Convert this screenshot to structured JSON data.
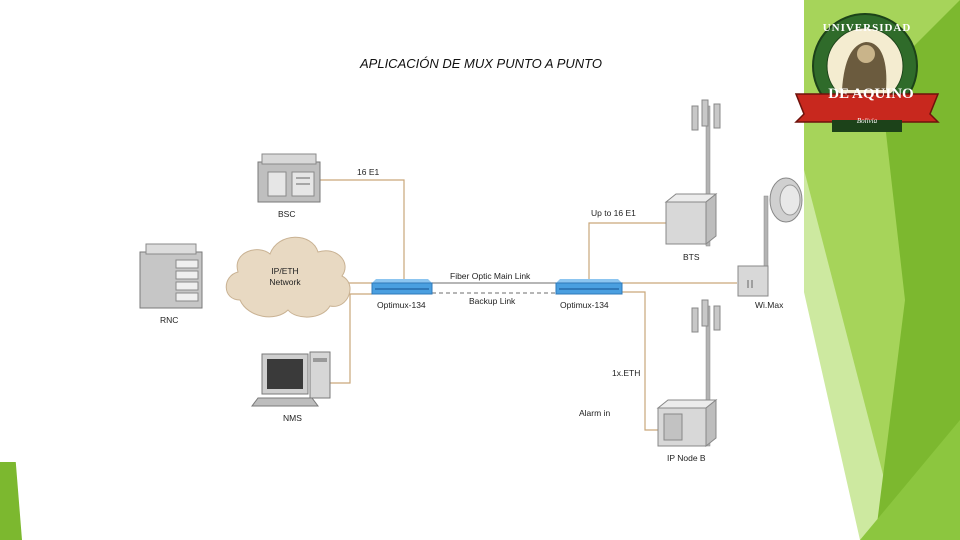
{
  "slide": {
    "title": "APLICACIÓN DE MUX PUNTO A PUNTO"
  },
  "logo": {
    "top_text": "UNIVERSIDAD",
    "banner_text": "DE AQUINO",
    "sub_text": "Bolivia"
  },
  "diagram": {
    "nodes": {
      "bsc": "BSC",
      "rnc": "RNC",
      "nms": "NMS",
      "cloud": [
        "IP/ETH",
        "Network"
      ],
      "mux_left": "Optimux-134",
      "mux_right": "Optimux-134",
      "bts": "BTS",
      "wimax": "Wi.Max",
      "node_b": "IP Node B"
    },
    "links": {
      "e1_16": "16 E1",
      "up_to_16_e1": "Up to 16 E1",
      "fiber_main": "Fiber Optic Main Link",
      "backup": "Backup Link",
      "eth_1x": "1x.ETH",
      "alarm_in": "Alarm in"
    }
  },
  "colors": {
    "green_dark": "#7cb82f",
    "green_light": "#a6d45a",
    "green_pale": "#cde9a0",
    "mux_blue": "#4a9fe0",
    "line_tan": "#c9a77a",
    "cloud_beige": "#e8d9c2"
  }
}
